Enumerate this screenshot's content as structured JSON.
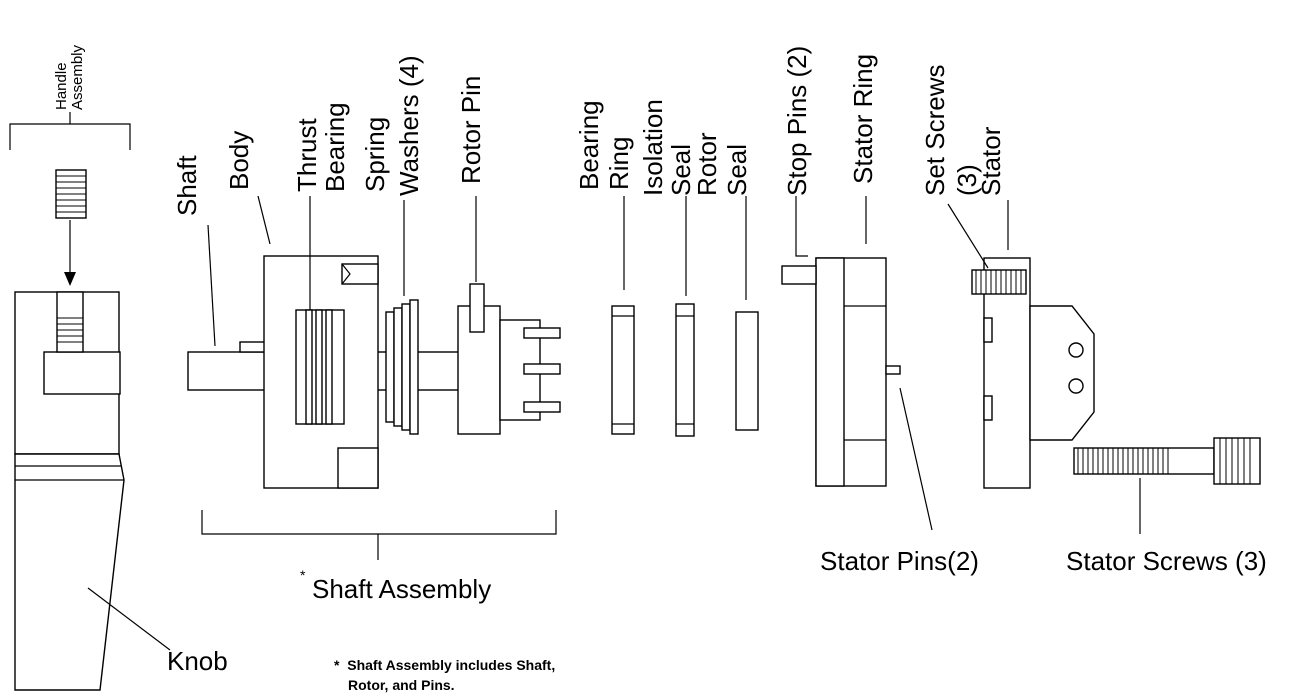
{
  "labels": {
    "handle_assembly_line1": "Handle",
    "handle_assembly_line2": "Assembly",
    "shaft": "Shaft",
    "body": "Body",
    "thrust": "Thrust",
    "bearing": "Bearing",
    "spring": "Spring",
    "washers": "Washers (4)",
    "rotor_pin": "Rotor Pin",
    "bearing2": "Bearing",
    "ring": "Ring",
    "isolation": "Isolation",
    "seal1": "Seal",
    "rotor": "Rotor",
    "seal2": "Seal",
    "stop_pins": "Stop Pins (2)",
    "stator_ring": "Stator Ring",
    "set_screws": "Set Screws",
    "set_screws_count": "(3)",
    "stator": "Stator",
    "stator_pins": "Stator Pins(2)",
    "stator_screws": "Stator Screws (3)",
    "knob": "Knob",
    "shaft_assembly_star": "*",
    "shaft_assembly": "Shaft Assembly"
  },
  "footnote": {
    "line1": "*  Shaft Assembly includes Shaft,",
    "line2": "Rotor, and Pins."
  }
}
